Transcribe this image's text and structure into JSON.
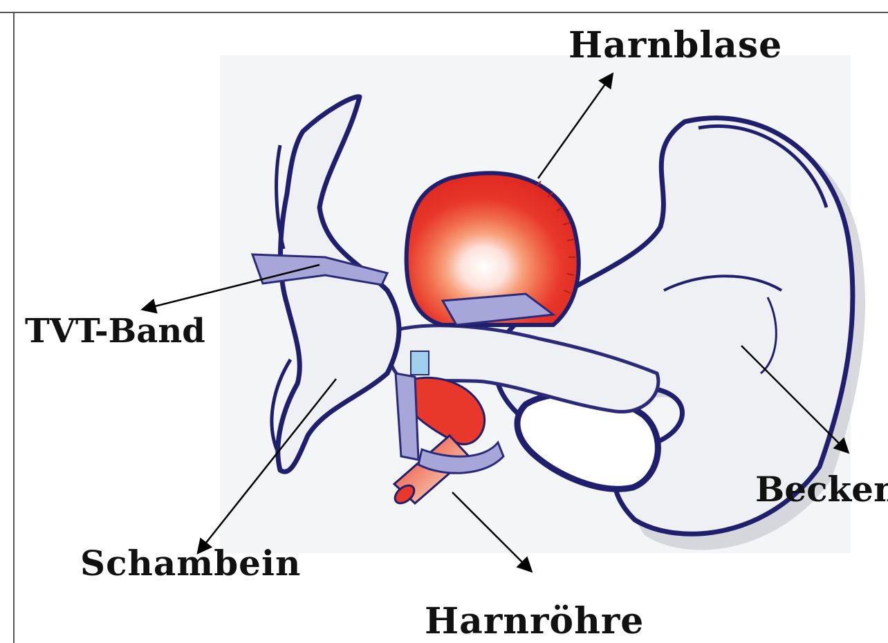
{
  "labels": {
    "harnblase": "Harnblase",
    "tvt_band": "TVT-Band",
    "becken": "Becken",
    "schambein": "Schambein",
    "harnroehre": "Harnröhre"
  },
  "colors": {
    "bone": "#eef0f4",
    "bone_outline": "#1f1f6e",
    "bladder": "#e8372b",
    "bladder_inner": "#f7a07a",
    "tape": "#a7a6d8",
    "arrow": "#000000",
    "background_tint": "#f4f5f6"
  }
}
